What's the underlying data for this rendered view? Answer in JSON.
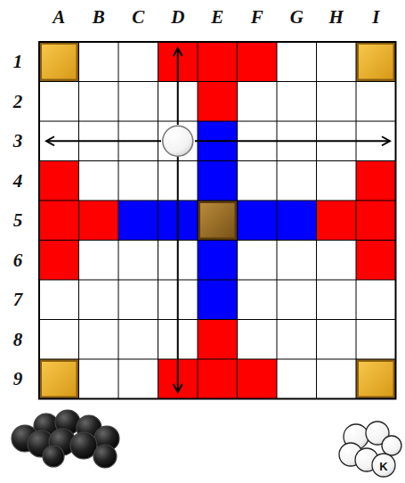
{
  "diagram": {
    "labels": [
      "A",
      "B",
      "C",
      "D",
      "E",
      "F",
      "G",
      "H",
      "I",
      "1",
      "2",
      "3",
      "4",
      "5",
      "6",
      "7",
      "8",
      "9",
      "K"
    ]
  }
}
